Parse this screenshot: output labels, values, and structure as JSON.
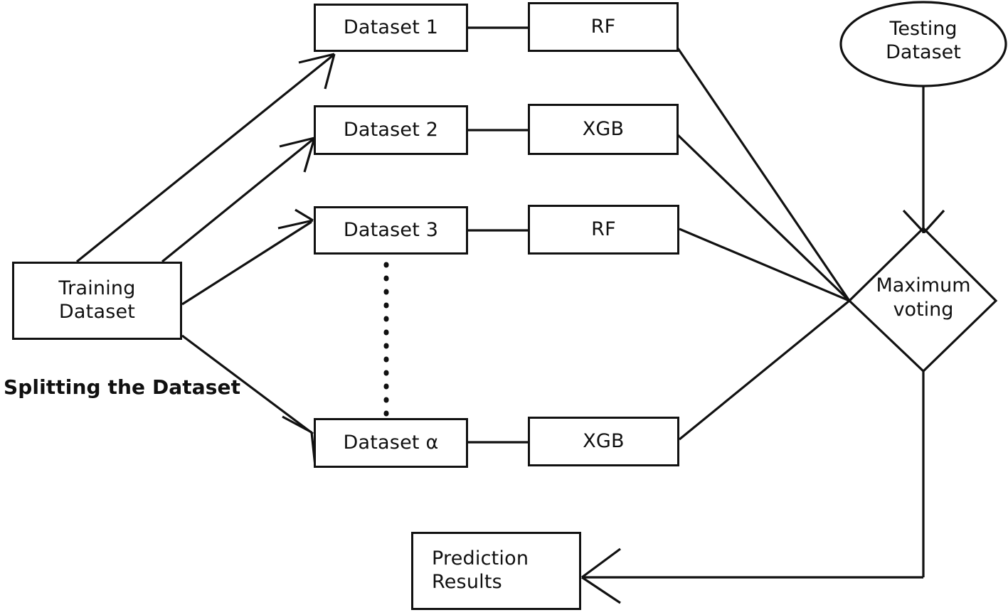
{
  "diagram": {
    "title": "Ensemble learning pipeline flowchart",
    "stroke_color": "#111111",
    "text_color": "#101010",
    "background_color": "#ffffff",
    "source_node": {
      "label": "Training\nDataset",
      "shape": "rectangle"
    },
    "split_caption": "Splitting the Dataset",
    "vertical_ellipsis": "⋮",
    "datasets": [
      {
        "label": "Dataset 1"
      },
      {
        "label": "Dataset 2"
      },
      {
        "label": "Dataset 3"
      },
      {
        "label": "Dataset  α"
      }
    ],
    "models": [
      {
        "label": "RF"
      },
      {
        "label": "XGB"
      },
      {
        "label": "RF"
      },
      {
        "label": "XGB"
      }
    ],
    "testing_node": {
      "label": "Testing\nDataset",
      "shape": "ellipse"
    },
    "aggregator": {
      "label": "Maximum\nvoting",
      "shape": "diamond"
    },
    "output_node": {
      "label": "Prediction\nResults",
      "shape": "rectangle"
    }
  }
}
